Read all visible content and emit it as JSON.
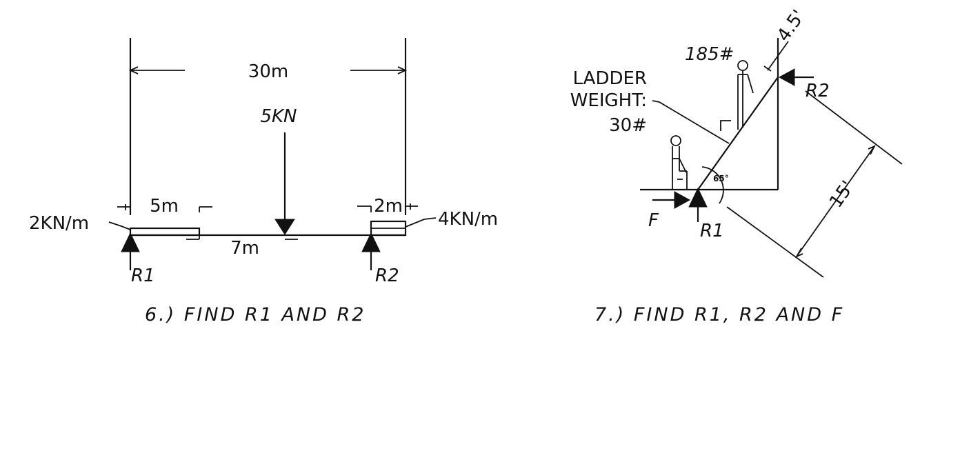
{
  "problem6": {
    "span_label": "30m",
    "point_load_label": "5KN",
    "left_udl_label": "2KN/m",
    "left_udl_length_label": "5m",
    "right_udl_label": "4KN/m",
    "right_udl_length_label": "2m",
    "point_load_position_label": "7m",
    "support_left_label": "R1",
    "support_right_label": "R2",
    "caption": "6.) FIND R1 AND R2"
  },
  "problem7": {
    "person_weight_label": "185#",
    "ladder_weight_line1": "LADDER",
    "ladder_weight_line2": "WEIGHT:",
    "ladder_weight_line3": "30#",
    "top_offset_label": "4.5'",
    "length_label": "15'",
    "angle_label": "65°",
    "friction_label": "F",
    "reaction_bottom_label": "R1",
    "reaction_top_label": "R2",
    "caption": "7.) FIND R1, R2 AND F"
  }
}
